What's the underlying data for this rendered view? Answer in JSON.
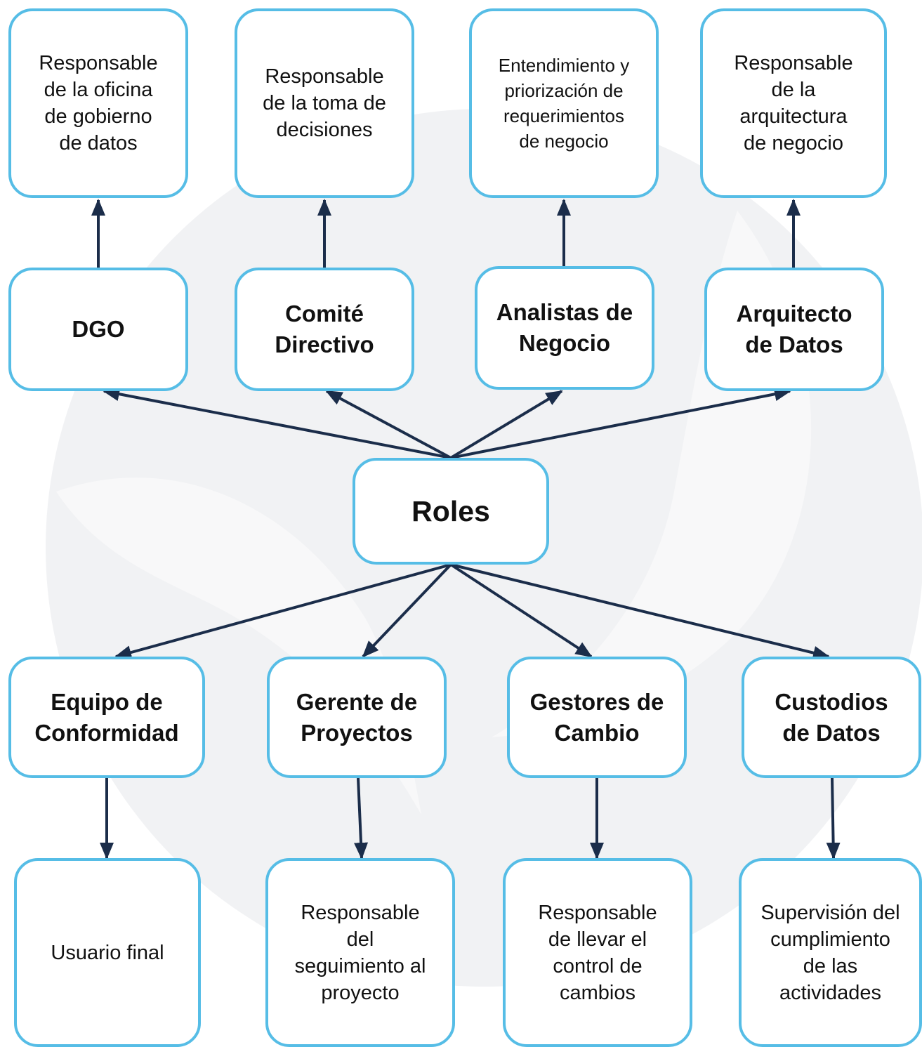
{
  "center": {
    "label": "Roles"
  },
  "top_roles": [
    {
      "label": "DGO",
      "description": "Responsable de la oficina de gobierno de datos"
    },
    {
      "label": "Comité Directivo",
      "description": "Responsable de la toma de decisiones"
    },
    {
      "label": "Analistas de Negocio",
      "description": "Entendimiento y priorización de requerimientos de negocio"
    },
    {
      "label": "Arquitecto de Datos",
      "description": "Responsable de la arquitectura de negocio"
    }
  ],
  "bottom_roles": [
    {
      "label": "Equipo de Conformidad",
      "description": "Usuario final"
    },
    {
      "label": "Gerente de Proyectos",
      "description": "Responsable del seguimiento al proyecto"
    },
    {
      "label": "Gestores de Cambio",
      "description": "Responsable de llevar el control de cambios"
    },
    {
      "label": "Custodios de Datos",
      "description": "Supervisión del cumplimiento de las actividades"
    }
  ],
  "colors": {
    "box_border": "#56bde6",
    "arrow": "#1b2d4a",
    "watermark": "#f1f2f4"
  }
}
